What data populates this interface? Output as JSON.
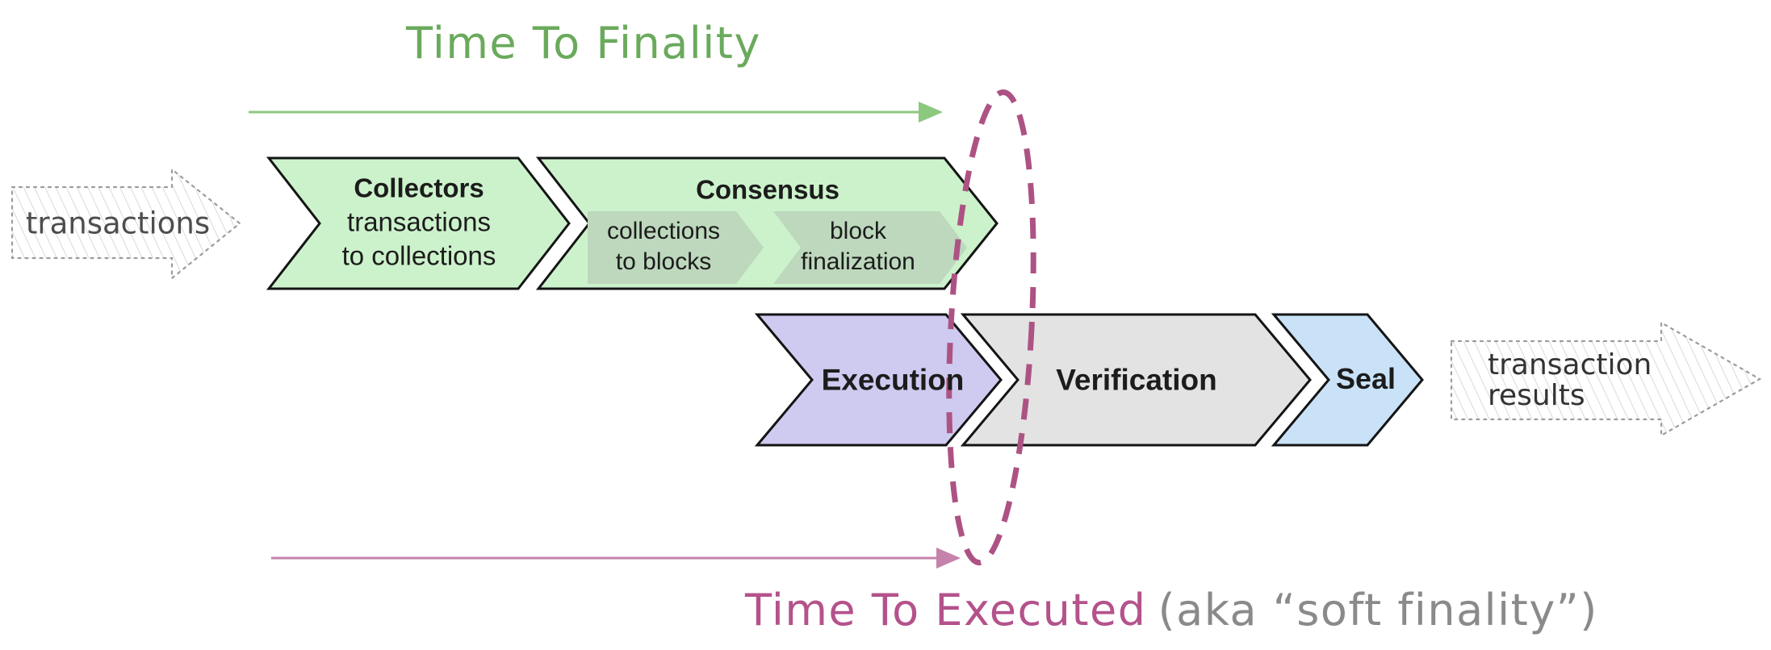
{
  "headings": {
    "time_to_finality": {
      "text": "Time To Finality",
      "color": "#6aaa5c"
    },
    "time_to_executed": {
      "text": "Time To Executed",
      "color": "#b4528b"
    },
    "time_to_executed_suffix": {
      "text": "(aka “soft finality”)",
      "color": "#8a8a8a"
    }
  },
  "flow_inputs": {
    "transactions_label": "transactions",
    "results_line1": "transaction",
    "results_line2": "results"
  },
  "stages": {
    "collectors": {
      "title": "Collectors",
      "subtitle_line1": "transactions",
      "subtitle_line2": "to collections",
      "fill": "#ccf2cb"
    },
    "consensus": {
      "title": "Consensus",
      "fill": "#ccf2cb",
      "sub_fill": "#bdd8bd",
      "sub1_line1": "collections",
      "sub1_line2": "to blocks",
      "sub2_line1": "block",
      "sub2_line2": "finalization"
    },
    "execution": {
      "title": "Execution",
      "fill": "#cecaf0"
    },
    "verification": {
      "title": "Verification",
      "fill": "#e3e3e3"
    },
    "seal": {
      "title": "Seal",
      "fill": "#c9e2f8"
    }
  },
  "colors": {
    "outline": "#141414",
    "finality_arrow": "#8cc87e",
    "executed_arrow": "#c582ab",
    "ellipse": "#ad5384",
    "sketch_border": "#9c9c9c",
    "sketch_hatch": "#cdcdcd"
  }
}
